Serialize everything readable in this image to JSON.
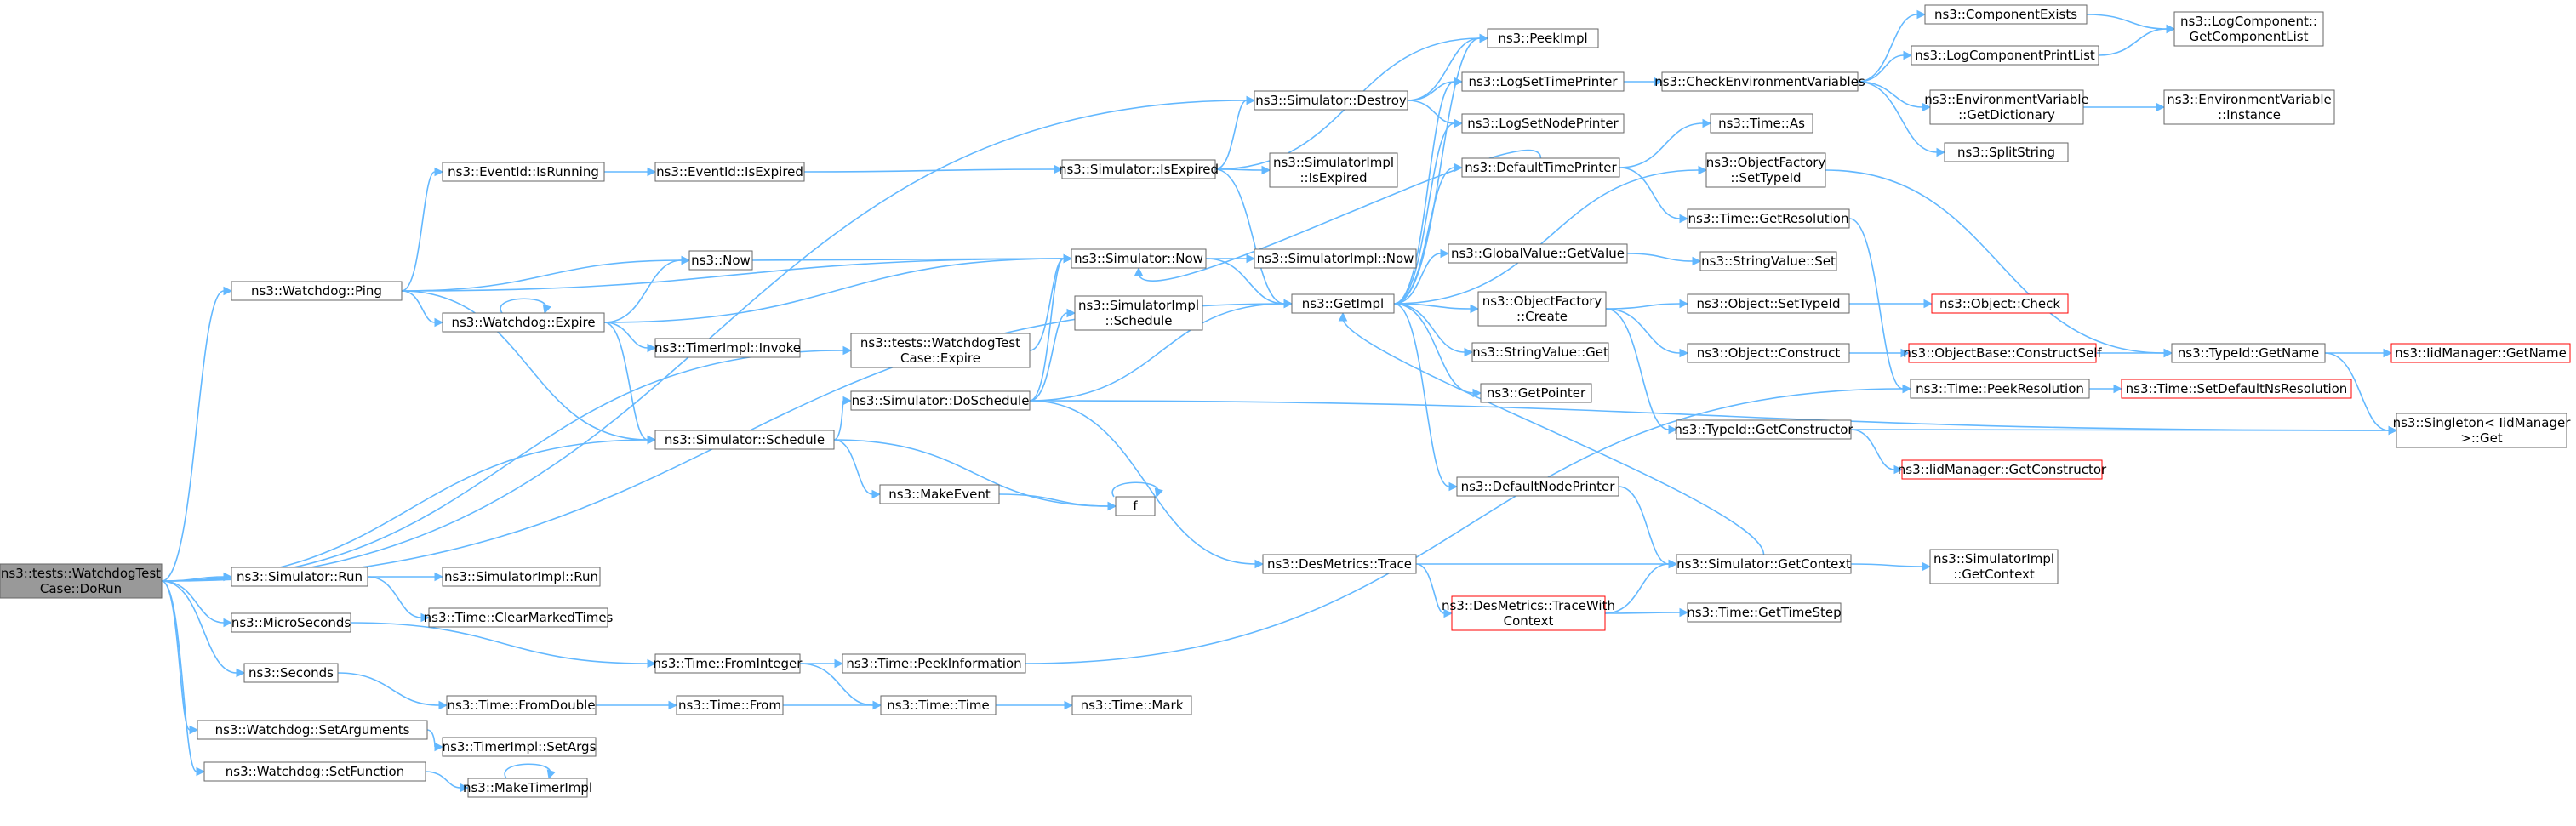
{
  "colors": {
    "edge": "#63b8ff",
    "node_border": "#666666",
    "root_fill": "#999999",
    "red_border": "#ff0000"
  },
  "nodes": {
    "root": {
      "lines": [
        "ns3::tests::WatchdogTest",
        "Case::DoRun"
      ],
      "variant": "root"
    },
    "wd_ping": {
      "lines": [
        "ns3::Watchdog::Ping"
      ]
    },
    "sim_run": {
      "lines": [
        "ns3::Simulator::Run"
      ]
    },
    "microseconds": {
      "lines": [
        "ns3::MicroSeconds"
      ]
    },
    "seconds": {
      "lines": [
        "ns3::Seconds"
      ]
    },
    "wd_setargs": {
      "lines": [
        "ns3::Watchdog::SetArguments"
      ]
    },
    "wd_setfunc": {
      "lines": [
        "ns3::Watchdog::SetFunction"
      ]
    },
    "evid_isrunning": {
      "lines": [
        "ns3::EventId::IsRunning"
      ]
    },
    "now": {
      "lines": [
        "ns3::Now"
      ]
    },
    "wd_expire": {
      "lines": [
        "ns3::Watchdog::Expire"
      ]
    },
    "timerimpl_invoke": {
      "lines": [
        "ns3::TimerImpl::Invoke"
      ]
    },
    "sim_schedule": {
      "lines": [
        "ns3::Simulator::Schedule"
      ]
    },
    "simimpl_run": {
      "lines": [
        "ns3::SimulatorImpl::Run"
      ]
    },
    "time_clearmarked": {
      "lines": [
        "ns3::Time::ClearMarkedTimes"
      ]
    },
    "time_frominteger": {
      "lines": [
        "ns3::Time::FromInteger"
      ]
    },
    "time_fromdouble": {
      "lines": [
        "ns3::Time::FromDouble"
      ]
    },
    "timerimpl_setargs": {
      "lines": [
        "ns3::TimerImpl::SetArgs"
      ]
    },
    "maketimerimpl": {
      "lines": [
        "ns3::MakeTimerImpl"
      ]
    },
    "evid_isexpired": {
      "lines": [
        "ns3::EventId::IsExpired"
      ]
    },
    "wdtest_expire": {
      "lines": [
        "ns3::tests::WatchdogTest",
        "Case::Expire"
      ]
    },
    "sim_doschedule": {
      "lines": [
        "ns3::Simulator::DoSchedule"
      ]
    },
    "makeevent": {
      "lines": [
        "ns3::MakeEvent"
      ]
    },
    "f": {
      "lines": [
        "f"
      ]
    },
    "time_peekinfo": {
      "lines": [
        "ns3::Time::PeekInformation"
      ]
    },
    "time_from": {
      "lines": [
        "ns3::Time::From"
      ]
    },
    "time_time": {
      "lines": [
        "ns3::Time::Time"
      ]
    },
    "time_mark": {
      "lines": [
        "ns3::Time::Mark"
      ]
    },
    "sim_destroy": {
      "lines": [
        "ns3::Simulator::Destroy"
      ]
    },
    "sim_isexpired": {
      "lines": [
        "ns3::Simulator::IsExpired"
      ]
    },
    "sim_now": {
      "lines": [
        "ns3::Simulator::Now"
      ]
    },
    "simimpl_schedule": {
      "lines": [
        "ns3::SimulatorImpl",
        "::Schedule"
      ]
    },
    "simimpl_isexpired": {
      "lines": [
        "ns3::SimulatorImpl",
        "::IsExpired"
      ]
    },
    "simimpl_now": {
      "lines": [
        "ns3::SimulatorImpl::Now"
      ]
    },
    "getimpl": {
      "lines": [
        "ns3::GetImpl"
      ]
    },
    "desmetrics_trace": {
      "lines": [
        "ns3::DesMetrics::Trace"
      ]
    },
    "peekimpl": {
      "lines": [
        "ns3::PeekImpl"
      ]
    },
    "logsettimeprinter": {
      "lines": [
        "ns3::LogSetTimePrinter"
      ]
    },
    "logsetnodeprinter": {
      "lines": [
        "ns3::LogSetNodePrinter"
      ]
    },
    "defaulttimeprinter": {
      "lines": [
        "ns3::DefaultTimePrinter"
      ]
    },
    "globalvalue_getvalue": {
      "lines": [
        "ns3::GlobalValue::GetValue"
      ]
    },
    "objfactory_create": {
      "lines": [
        "ns3::ObjectFactory",
        "::Create"
      ]
    },
    "stringvalue_get": {
      "lines": [
        "ns3::StringValue::Get"
      ]
    },
    "getpointer": {
      "lines": [
        "ns3::GetPointer"
      ]
    },
    "defaultnodeprinter": {
      "lines": [
        "ns3::DefaultNodePrinter"
      ]
    },
    "desmetrics_tracewith": {
      "lines": [
        "ns3::DesMetrics::TraceWith",
        "Context"
      ],
      "variant": "red"
    },
    "checkenv": {
      "lines": [
        "ns3::CheckEnvironmentVariables"
      ]
    },
    "time_as": {
      "lines": [
        "ns3::Time::As"
      ]
    },
    "objfactory_settypeid": {
      "lines": [
        "ns3::ObjectFactory",
        "::SetTypeId"
      ]
    },
    "time_getresolution": {
      "lines": [
        "ns3::Time::GetResolution"
      ]
    },
    "stringvalue_set": {
      "lines": [
        "ns3::StringValue::Set"
      ]
    },
    "object_settypeid": {
      "lines": [
        "ns3::Object::SetTypeId"
      ]
    },
    "object_construct": {
      "lines": [
        "ns3::Object::Construct"
      ]
    },
    "typeid_getconstructor": {
      "lines": [
        "ns3::TypeId::GetConstructor"
      ]
    },
    "sim_getcontext": {
      "lines": [
        "ns3::Simulator::GetContext"
      ]
    },
    "time_gettimestep": {
      "lines": [
        "ns3::Time::GetTimeStep"
      ]
    },
    "componentexists": {
      "lines": [
        "ns3::ComponentExists"
      ]
    },
    "logcomponentprintlist": {
      "lines": [
        "ns3::LogComponentPrintList"
      ]
    },
    "envvar_getdict": {
      "lines": [
        "ns3::EnvironmentVariable",
        "::GetDictionary"
      ]
    },
    "splitstring": {
      "lines": [
        "ns3::SplitString"
      ]
    },
    "object_check": {
      "lines": [
        "ns3::Object::Check"
      ],
      "variant": "red"
    },
    "objectbase_constructself": {
      "lines": [
        "ns3::ObjectBase::ConstructSelf"
      ],
      "variant": "red"
    },
    "time_peekresolution": {
      "lines": [
        "ns3::Time::PeekResolution"
      ]
    },
    "iidmanager_getconstructor": {
      "lines": [
        "ns3::IidManager::GetConstructor"
      ],
      "variant": "red"
    },
    "simimpl_getcontext": {
      "lines": [
        "ns3::SimulatorImpl",
        "::GetContext"
      ]
    },
    "typeid_getname": {
      "lines": [
        "ns3::TypeId::GetName"
      ]
    },
    "time_setdefaultns": {
      "lines": [
        "ns3::Time::SetDefaultNsResolution"
      ],
      "variant": "red"
    },
    "logcomponent_getlist": {
      "lines": [
        "ns3::LogComponent::",
        "GetComponentList"
      ]
    },
    "envvar_instance": {
      "lines": [
        "ns3::EnvironmentVariable",
        "::Instance"
      ]
    },
    "iidmanager_getname": {
      "lines": [
        "ns3::IidManager::GetName"
      ],
      "variant": "red"
    },
    "singleton_get": {
      "lines": [
        "ns3::Singleton< IidManager",
        " >::Get"
      ]
    }
  }
}
